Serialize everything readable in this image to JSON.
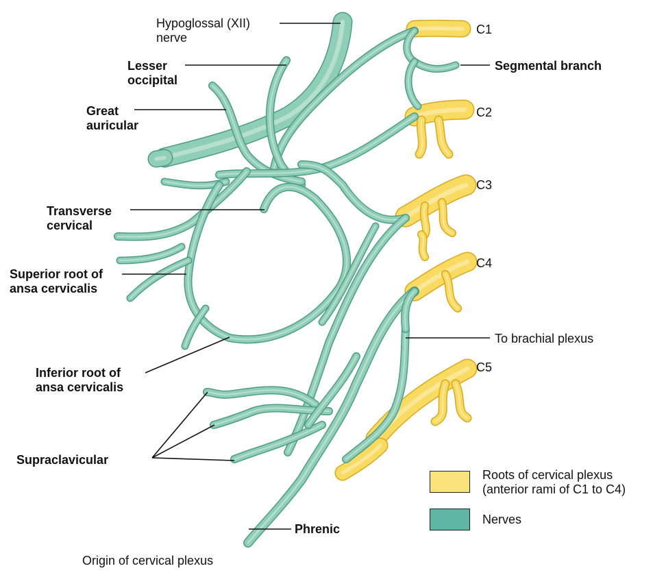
{
  "colors": {
    "nerve": "#8fceb7",
    "nerve_stroke": "#4f9c86",
    "root": "#f9db62",
    "root_stroke": "#d9a81e",
    "leader_line": "#111111",
    "legend_nerve": "#5fb6a4",
    "legend_root": "#fbe27a"
  },
  "labels": {
    "hypoglossal": "Hypoglossal (XII)",
    "hypoglossal_2": "nerve",
    "lesser_occipital": "Lesser",
    "lesser_occipital_2": "occipital",
    "great_auricular": "Great",
    "great_auricular_2": "auricular",
    "transverse_cervical": "Transverse",
    "transverse_cervical_2": "cervical",
    "superior_root": "Superior root of",
    "superior_root_2": "ansa cervicalis",
    "inferior_root": "Inferior root of",
    "inferior_root_2": "ansa cervicalis",
    "supraclavicular": "Supraclavicular",
    "phrenic": "Phrenic",
    "segmental_branch": "Segmental branch",
    "to_brachial_plexus": "To brachial plexus",
    "c1": "C1",
    "c2": "C2",
    "c3": "C3",
    "c4": "C4",
    "c5": "C5"
  },
  "legend": {
    "roots_label": "Roots of cervical plexus",
    "roots_label_2": "(anterior rami of C1 to C4)",
    "nerves_label": "Nerves"
  },
  "caption": "Origin of cervical plexus"
}
